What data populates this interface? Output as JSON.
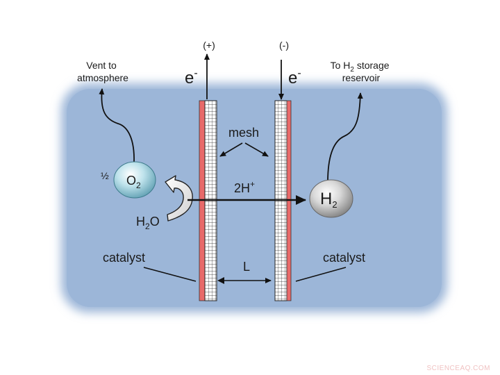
{
  "diagram": {
    "terminal_positive": "(+)",
    "terminal_negative": "(-)",
    "electron_left": "e",
    "electron_right": "e",
    "electron_superscript": "-",
    "vent_label_line1": "Vent to",
    "vent_label_line2": "atmosphere",
    "storage_label_prefix": "To H",
    "storage_label_sub": "2",
    "storage_label_suffix": " storage",
    "storage_label_line2": "reservoir",
    "mesh_label": "mesh",
    "half_label": "½",
    "oxygen_label": "O",
    "oxygen_sub": "2",
    "hydrogen_label": "H",
    "hydrogen_sub": "2",
    "proton_label": "2H",
    "proton_sup": "+",
    "water_label": "H",
    "water_sub": "2",
    "water_suffix": "O",
    "catalyst_left": "catalyst",
    "catalyst_right": "catalyst",
    "gap_label": "L",
    "watermark": "SCIENCEAQ.COM"
  },
  "colors": {
    "electrolyte": "#9cb6d8",
    "membrane_red": "#e86a6a",
    "grid_line": "#222222",
    "arrow": "#111111"
  }
}
